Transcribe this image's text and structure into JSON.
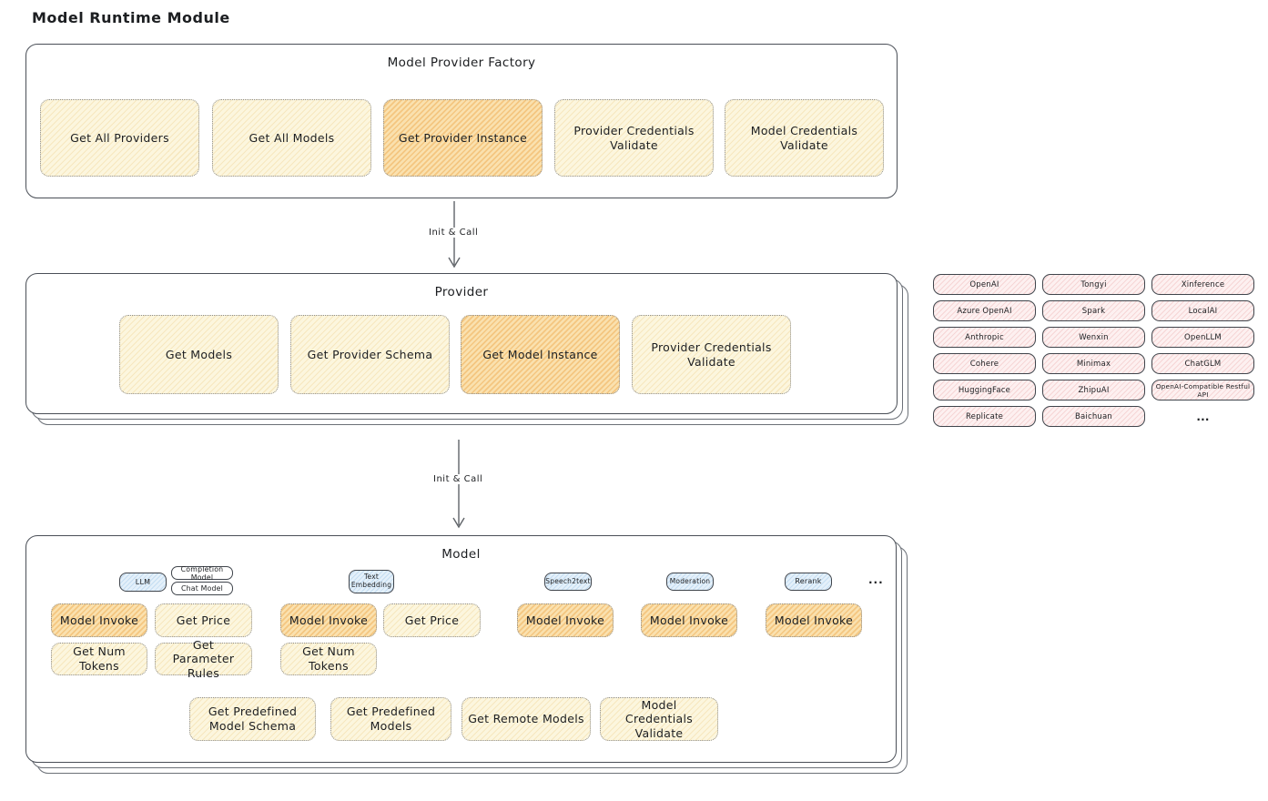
{
  "page": {
    "title": "Model Runtime Module"
  },
  "factory": {
    "title": "Model Provider Factory",
    "items": [
      "Get All Providers",
      "Get All Models",
      "Get Provider Instance",
      "Provider Credentials Validate",
      "Model Credentials Validate"
    ]
  },
  "arrows": {
    "init_call_label": "Init & Call"
  },
  "provider": {
    "title": "Provider",
    "items": [
      "Get Models",
      "Get Provider Schema",
      "Get Model Instance",
      "Provider Credentials Validate"
    ]
  },
  "providers": {
    "items": [
      "OpenAI",
      "Tongyi",
      "Xinference",
      "Azure OpenAI",
      "Spark",
      "LocalAI",
      "Anthropic",
      "Wenxin",
      "OpenLLM",
      "Cohere",
      "Minimax",
      "ChatGLM",
      "HuggingFace",
      "ZhipuAI",
      "OpenAI-Compatible Restful API",
      "Replicate",
      "Baichuan"
    ],
    "more": "..."
  },
  "model": {
    "title": "Model",
    "tab_llm": "LLM",
    "tab_completion": "Completion Model",
    "tab_chat": "Chat Model",
    "tab_text_embedding": "Text Embedding",
    "tab_speech2text": "Speech2text",
    "tab_moderation": "Moderation",
    "tab_rerank": "Rerank",
    "more": "...",
    "fn_model_invoke": "Model Invoke",
    "fn_get_price": "Get Price",
    "fn_get_num_tokens": "Get Num Tokens",
    "fn_get_parameter_rules": "Get Parameter Rules",
    "fn_get_predefined_model_schema": "Get Predefined Model Schema",
    "fn_get_predefined_models": "Get Predefined Models",
    "fn_get_remote_models": "Get Remote Models",
    "fn_model_credentials_validate": "Model Credentials Validate"
  },
  "colors": {
    "highlight_orange": "#f3c06e",
    "light_yellow": "#fcf6de",
    "light_pink": "#fdf1f1",
    "light_blue": "#e4f0fa",
    "box_border": "#4a4f57"
  }
}
